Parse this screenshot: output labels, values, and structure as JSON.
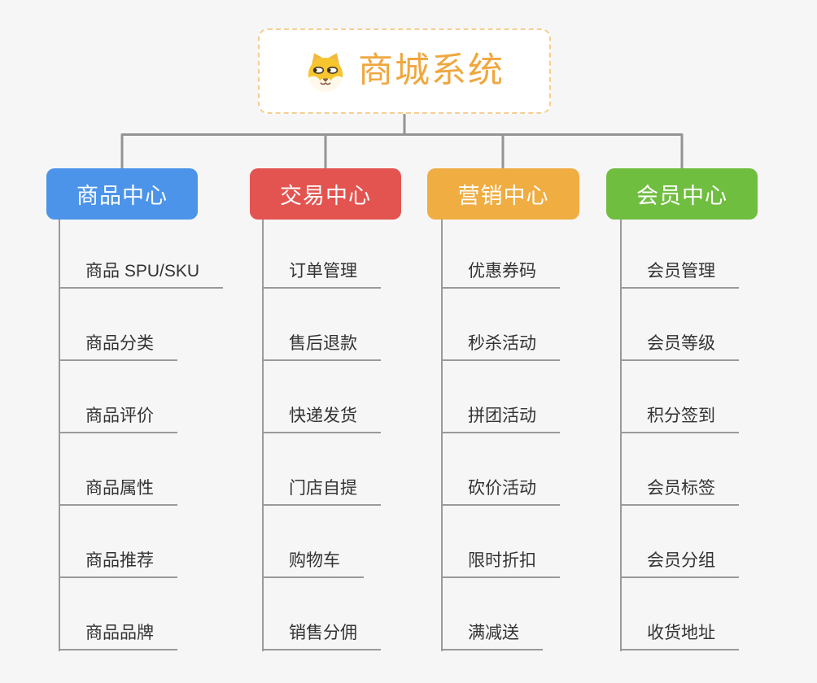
{
  "root": {
    "title": "商城系统"
  },
  "branches": [
    {
      "label": "商品中心",
      "color": "#4B94E9",
      "items": [
        "商品 SPU/SKU",
        "商品分类",
        "商品评价",
        "商品属性",
        "商品推荐",
        "商品品牌"
      ]
    },
    {
      "label": "交易中心",
      "color": "#E35450",
      "items": [
        "订单管理",
        "售后退款",
        "快递发货",
        "门店自提",
        "购物车",
        "销售分佣"
      ]
    },
    {
      "label": "营销中心",
      "color": "#EFAD42",
      "items": [
        "优惠券码",
        "秒杀活动",
        "拼团活动",
        "砍价活动",
        "限时折扣",
        "满减送"
      ]
    },
    {
      "label": "会员中心",
      "color": "#70BE40",
      "items": [
        "会员管理",
        "会员等级",
        "积分签到",
        "会员标签",
        "会员分组",
        "收货地址"
      ]
    }
  ],
  "icons": {
    "root_icon": "shiba-dog-icon"
  },
  "colors": {
    "background": "#F6F6F6",
    "root_text": "#EFA73E",
    "root_border": "#F5CE92",
    "connector": "#949494",
    "leaf_line": "#9A9A9A",
    "leaf_text": "#333333"
  }
}
